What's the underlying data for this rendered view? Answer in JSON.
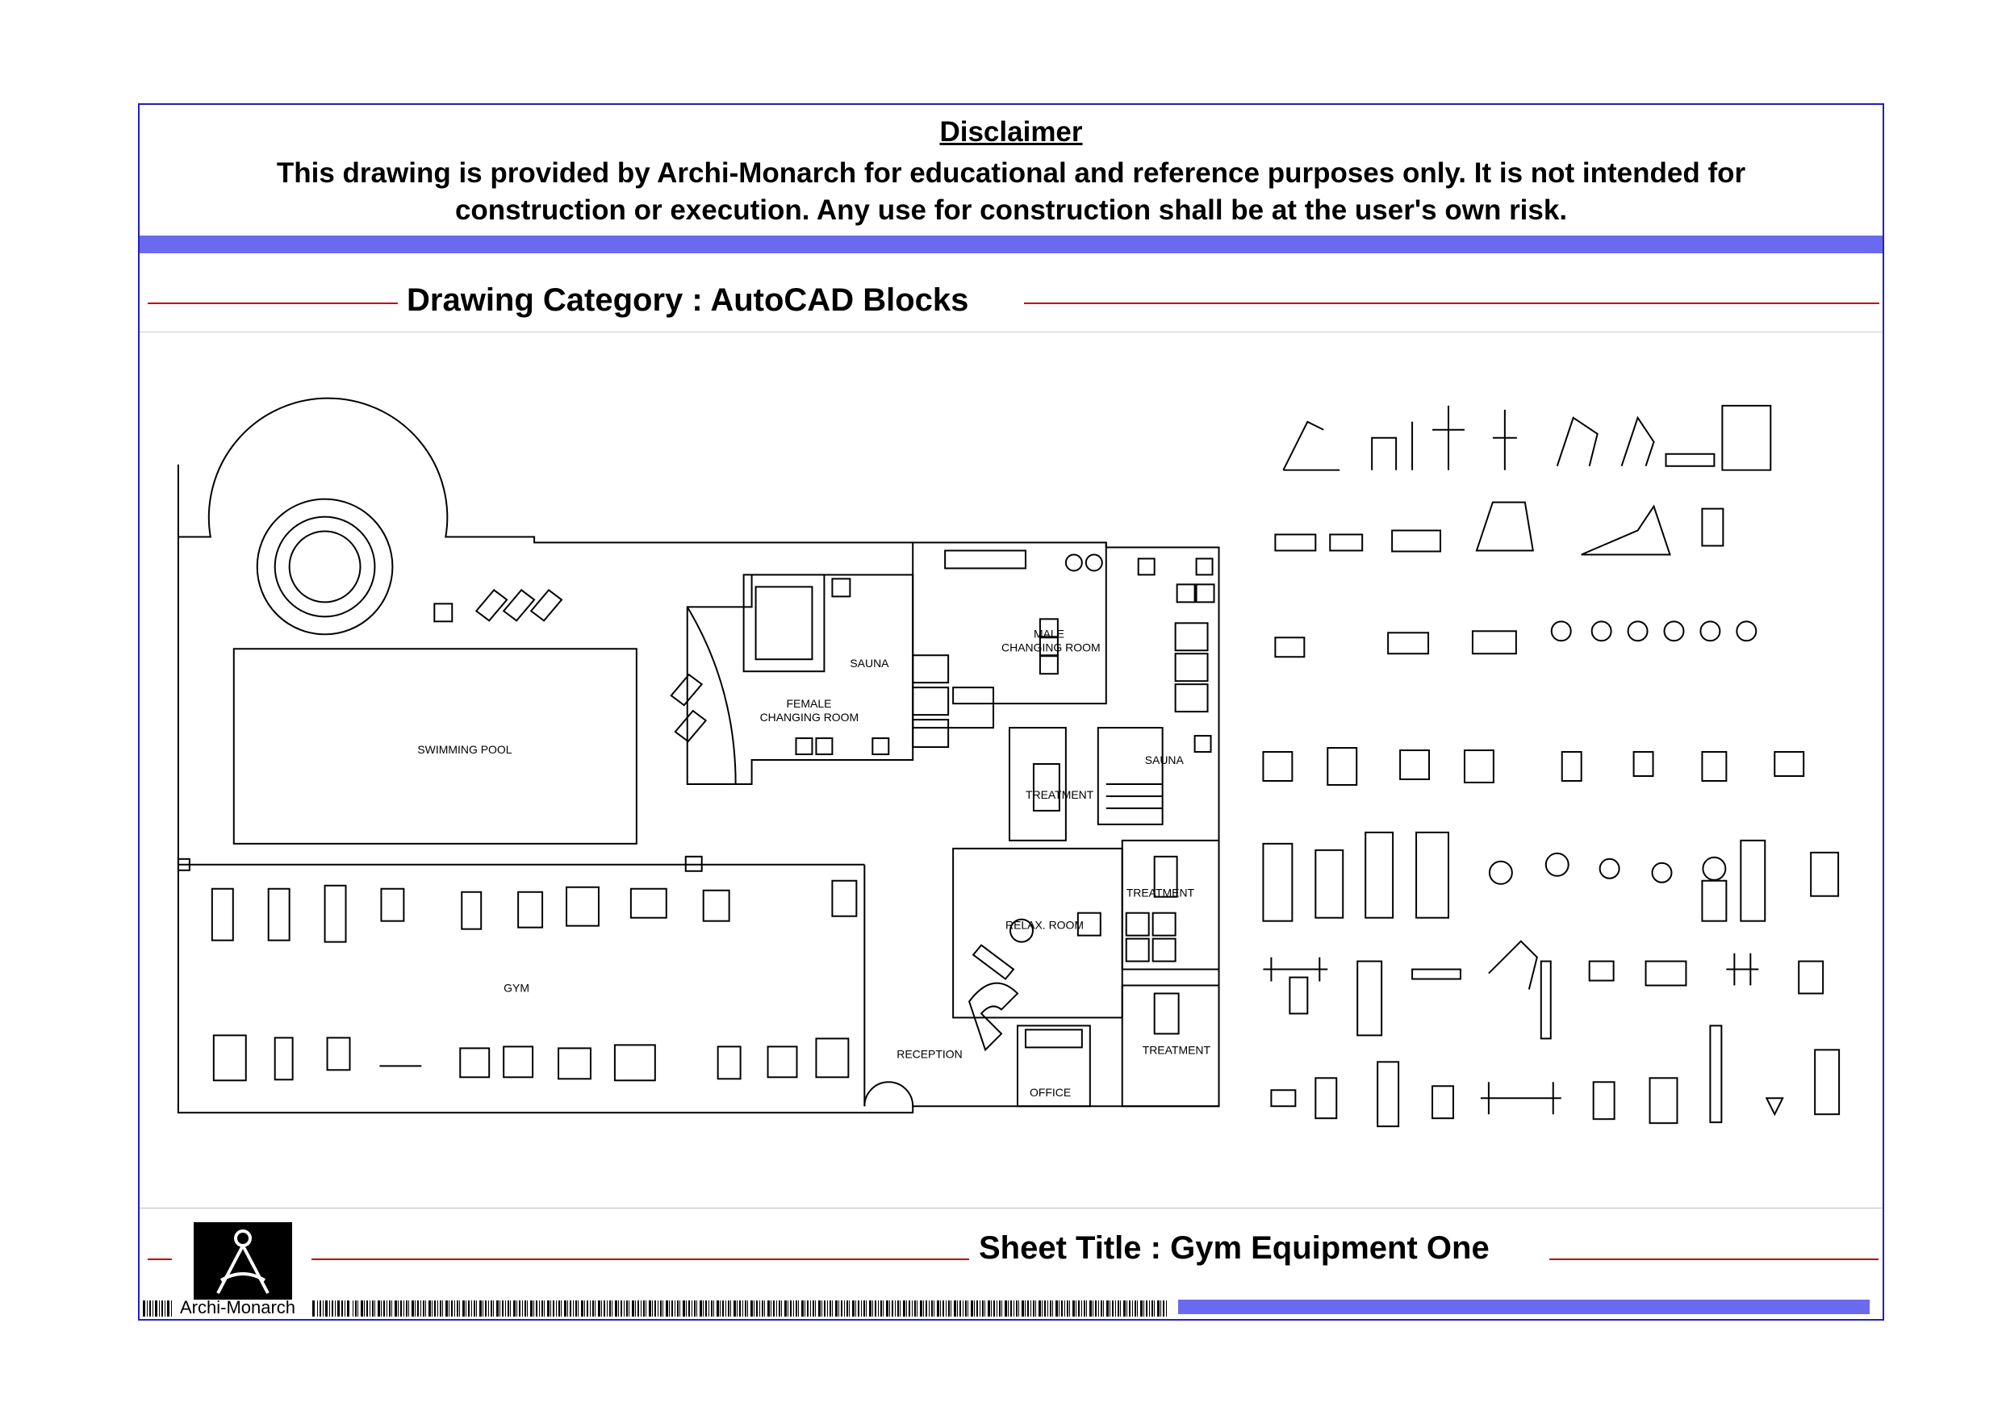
{
  "disclaimer": {
    "title": "Disclaimer",
    "text": "This drawing is provided by Archi-Monarch for educational and reference purposes only. It is not intended for construction or execution. Any use for construction shall be at the user's own risk."
  },
  "drawing_category": "Drawing Category : AutoCAD Blocks",
  "plan": {
    "rooms": {
      "swimming_pool": "SWIMMING POOL",
      "female_changing": [
        "FEMALE",
        "CHANGING ROOM"
      ],
      "sauna_female": "SAUNA",
      "male_changing": [
        "MALE",
        "CHANGING ROOM"
      ],
      "treatment_1": "TREATMENT",
      "sauna_male": "SAUNA",
      "treatment_2": "TREATMENT",
      "relax_room": "RELAX. ROOM",
      "gym": "GYM",
      "reception": "RECEPTION",
      "office": "OFFICE",
      "treatment_3": "TREATMENT"
    }
  },
  "title_block": {
    "sheet_title": "Sheet Title : Gym Equipment One",
    "brand": "Archi-Monarch"
  },
  "colors": {
    "border": "#2020c0",
    "band": "#6a6aee",
    "rule": "#c00000"
  }
}
